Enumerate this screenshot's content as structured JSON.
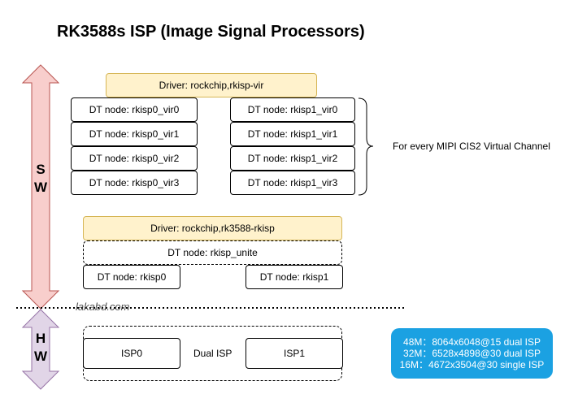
{
  "title": "RK3588s ISP (Image Signal Processors)",
  "sw_arrow": {
    "letters": [
      "S",
      "W"
    ],
    "fill": "#f8cecc",
    "stroke": "#b85450"
  },
  "hw_arrow": {
    "letters": [
      "H",
      "W"
    ],
    "fill": "#e1d5e7",
    "stroke": "#9673a6"
  },
  "vir_driver": "Driver: rockchip,rkisp-vir",
  "vir_nodes_left": [
    "DT node: rkisp0_vir0",
    "DT node: rkisp0_vir1",
    "DT node: rkisp0_vir2",
    "DT node: rkisp0_vir3"
  ],
  "vir_nodes_right": [
    "DT node: rkisp1_vir0",
    "DT node: rkisp1_vir1",
    "DT node: rkisp1_vir2",
    "DT node: rkisp1_vir3"
  ],
  "brace_label": "For every MIPI CIS2 Virtual Channel",
  "isp_driver": "Driver: rockchip,rk3588-rkisp",
  "unite_node": "DT node: rkisp_unite",
  "isp_nodes": [
    "DT node: rkisp0",
    "DT node: rkisp1"
  ],
  "watermark": "lakabd.com",
  "hw": {
    "isp0": "ISP0",
    "dual_label": "Dual ISP",
    "isp1": "ISP1"
  },
  "info": {
    "lines": [
      "48M：8064x6048@15 dual ISP",
      "32M：6528x4898@30 dual ISP",
      "16M：4672x3504@30 single ISP"
    ],
    "color": "#1ba1e2"
  },
  "colors": {
    "driver_fill": "#fff2cc",
    "driver_stroke": "#d6b656"
  }
}
